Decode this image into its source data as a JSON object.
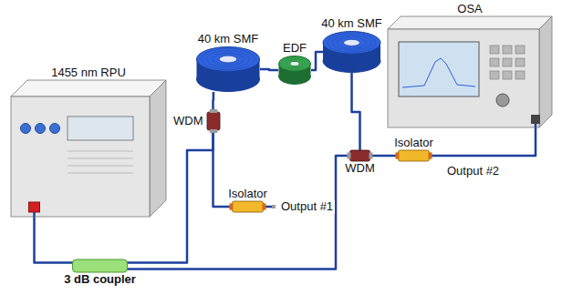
{
  "diagram": {
    "nodes": [
      {
        "text": [
          "1455 nm RPU"
        ]
      },
      {
        "text": [
          "WDM"
        ]
      },
      {
        "text": [
          "40 km SMF"
        ]
      },
      {
        "text": [
          "EDF"
        ]
      },
      {
        "text": [
          "40 km SMF"
        ]
      },
      {
        "text": [
          "OSA"
        ]
      },
      {
        "text": [
          "WDM"
        ]
      },
      {
        "text": [
          "Isolator"
        ]
      },
      {
        "text": [
          "Isolator"
        ]
      },
      {
        "text": [
          "3 dB coupler"
        ]
      }
    ],
    "edges": [
      {
        "from": 0,
        "to": 9,
        "arrow": "none"
      },
      {
        "from": 9,
        "to": 1,
        "arrow": "none"
      },
      {
        "from": 9,
        "to": 6,
        "arrow": "none"
      },
      {
        "from": 1,
        "to": 2,
        "arrow": "none"
      },
      {
        "from": 2,
        "to": 3,
        "arrow": "none"
      },
      {
        "from": 3,
        "to": 4,
        "arrow": "none"
      },
      {
        "from": 4,
        "to": 6,
        "arrow": "none"
      },
      {
        "from": 1,
        "to": 7,
        "arrow": "none"
      },
      {
        "from": 6,
        "to": 8,
        "arrow": "none"
      },
      {
        "from": 8,
        "to": 5,
        "arrow": "none"
      }
    ],
    "labels": [
      "Output #1",
      "Output #2"
    ]
  }
}
